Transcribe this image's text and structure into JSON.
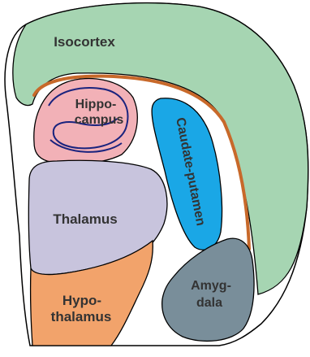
{
  "colors": {
    "background": "#ffffff",
    "outline": "#000000",
    "isocortex": "#a6d5b2",
    "white_matter_band": "#c8692a",
    "hippocampus": "#f2b1b7",
    "hippocampus_line": "#1a237e",
    "caudate_putamen": "#1aa7e6",
    "thalamus": "#c8c4dd",
    "hypothalamus": "#f2a36b",
    "amygdala": "#798e9a",
    "label_text": "#333333"
  },
  "regions": {
    "isocortex": {
      "label": "Isocortex"
    },
    "hippocampus": {
      "label_line1": "Hippo-",
      "label_line2": "campus"
    },
    "caudate_putamen": {
      "label": "Caudate-putamen"
    },
    "thalamus": {
      "label": "Thalamus"
    },
    "hypothalamus": {
      "label_line1": "Hypo-",
      "label_line2": "thalamus"
    },
    "amygdala": {
      "label_line1": "Amyg-",
      "label_line2": "dala"
    }
  }
}
